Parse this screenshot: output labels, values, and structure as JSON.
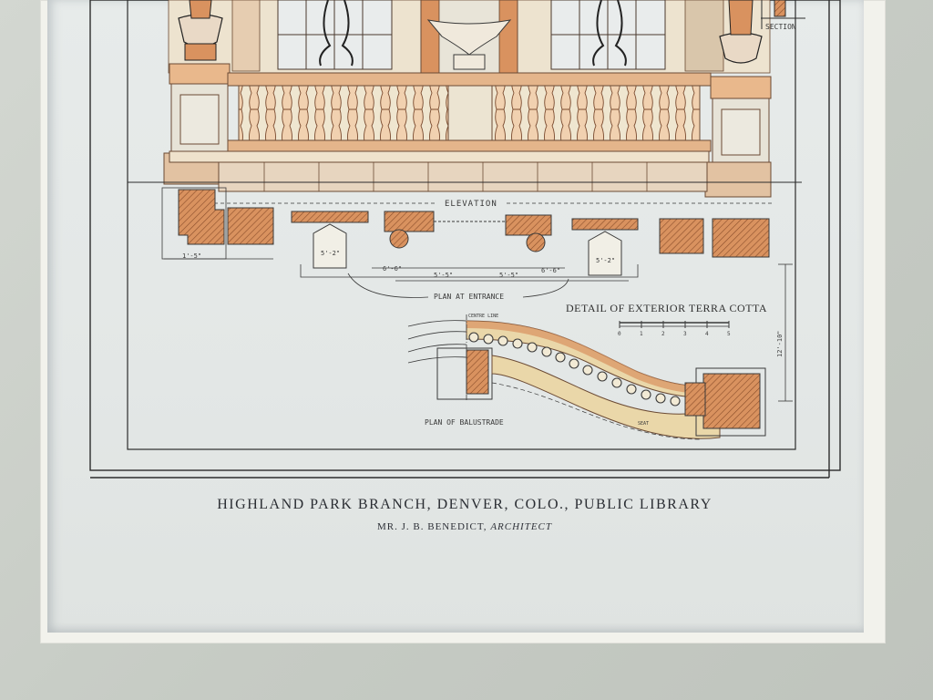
{
  "plate": {
    "labels": {
      "section": "SECTION",
      "elevation": "ELEVATION",
      "plan_entrance": "PLAN AT ENTRANCE",
      "detail": "DETAIL OF EXTERIOR TERRA COTTA",
      "centre_line": "CENTRE LINE",
      "plan_balustrade": "PLAN OF BALUSTRADE",
      "seat": "SEAT",
      "scale_numbers": [
        "0",
        "1",
        "2",
        "3",
        "4",
        "5"
      ],
      "dim_a": "5'-2\"",
      "dim_b": "6'-6\"",
      "dim_c": "5'-5\"",
      "dim_d": "5'-5\"",
      "dim_e": "6'-6\"",
      "dim_f": "5'-2\"",
      "dim_g": "12'-10\"",
      "dim_h": "1'-5\""
    },
    "colors": {
      "terra_cotta": "#d9925f",
      "terra_light": "#efc9a2",
      "ink": "#3a3a3a",
      "paper": "#e5e9e8",
      "cream": "#efe3c0"
    }
  },
  "caption": {
    "title": "HIGHLAND PARK BRANCH, DENVER, COLO., PUBLIC LIBRARY",
    "subtitle_prefix": "MR. J. B. BENEDICT,",
    "subtitle_role": "ARCHITECT"
  }
}
